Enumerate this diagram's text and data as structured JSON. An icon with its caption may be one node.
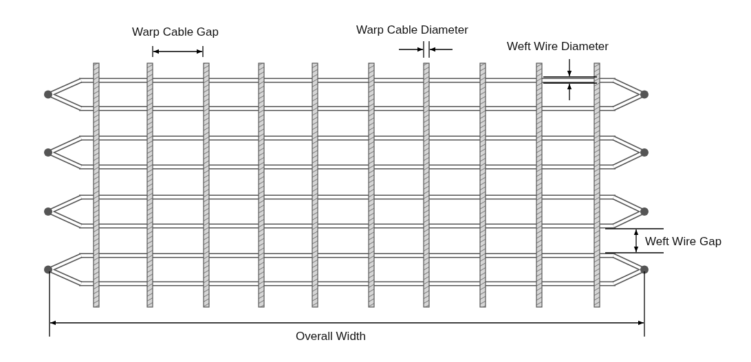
{
  "diagram": {
    "labels": [
      "Warp Cable Gap",
      "Warp Cable Diameter",
      "Weft Wire Diameter",
      "Weft Wire Gap",
      "Overall Width"
    ]
  }
}
